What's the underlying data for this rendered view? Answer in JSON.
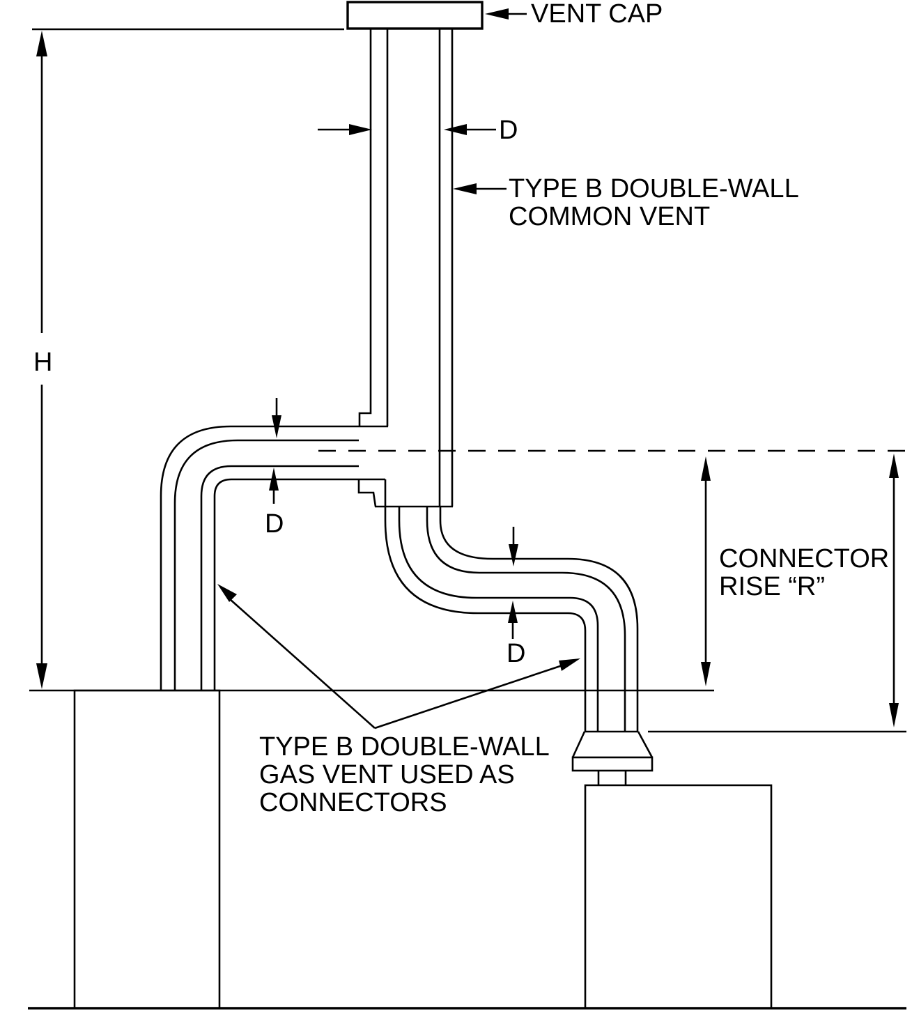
{
  "diagram": {
    "labels": {
      "vent_cap": "VENT CAP",
      "common_vent_line1": "TYPE B DOUBLE-WALL",
      "common_vent_line2": "COMMON VENT",
      "height_dim": "H",
      "diameter_dim": "D",
      "connector_rise_line1": "CONNECTOR",
      "connector_rise_line2": "RISE “R”",
      "connectors_line1": "TYPE B DOUBLE-WALL",
      "connectors_line2": "GAS VENT USED AS",
      "connectors_line3": "CONNECTORS"
    },
    "colors": {
      "line": "#000000",
      "background": "#ffffff"
    }
  }
}
